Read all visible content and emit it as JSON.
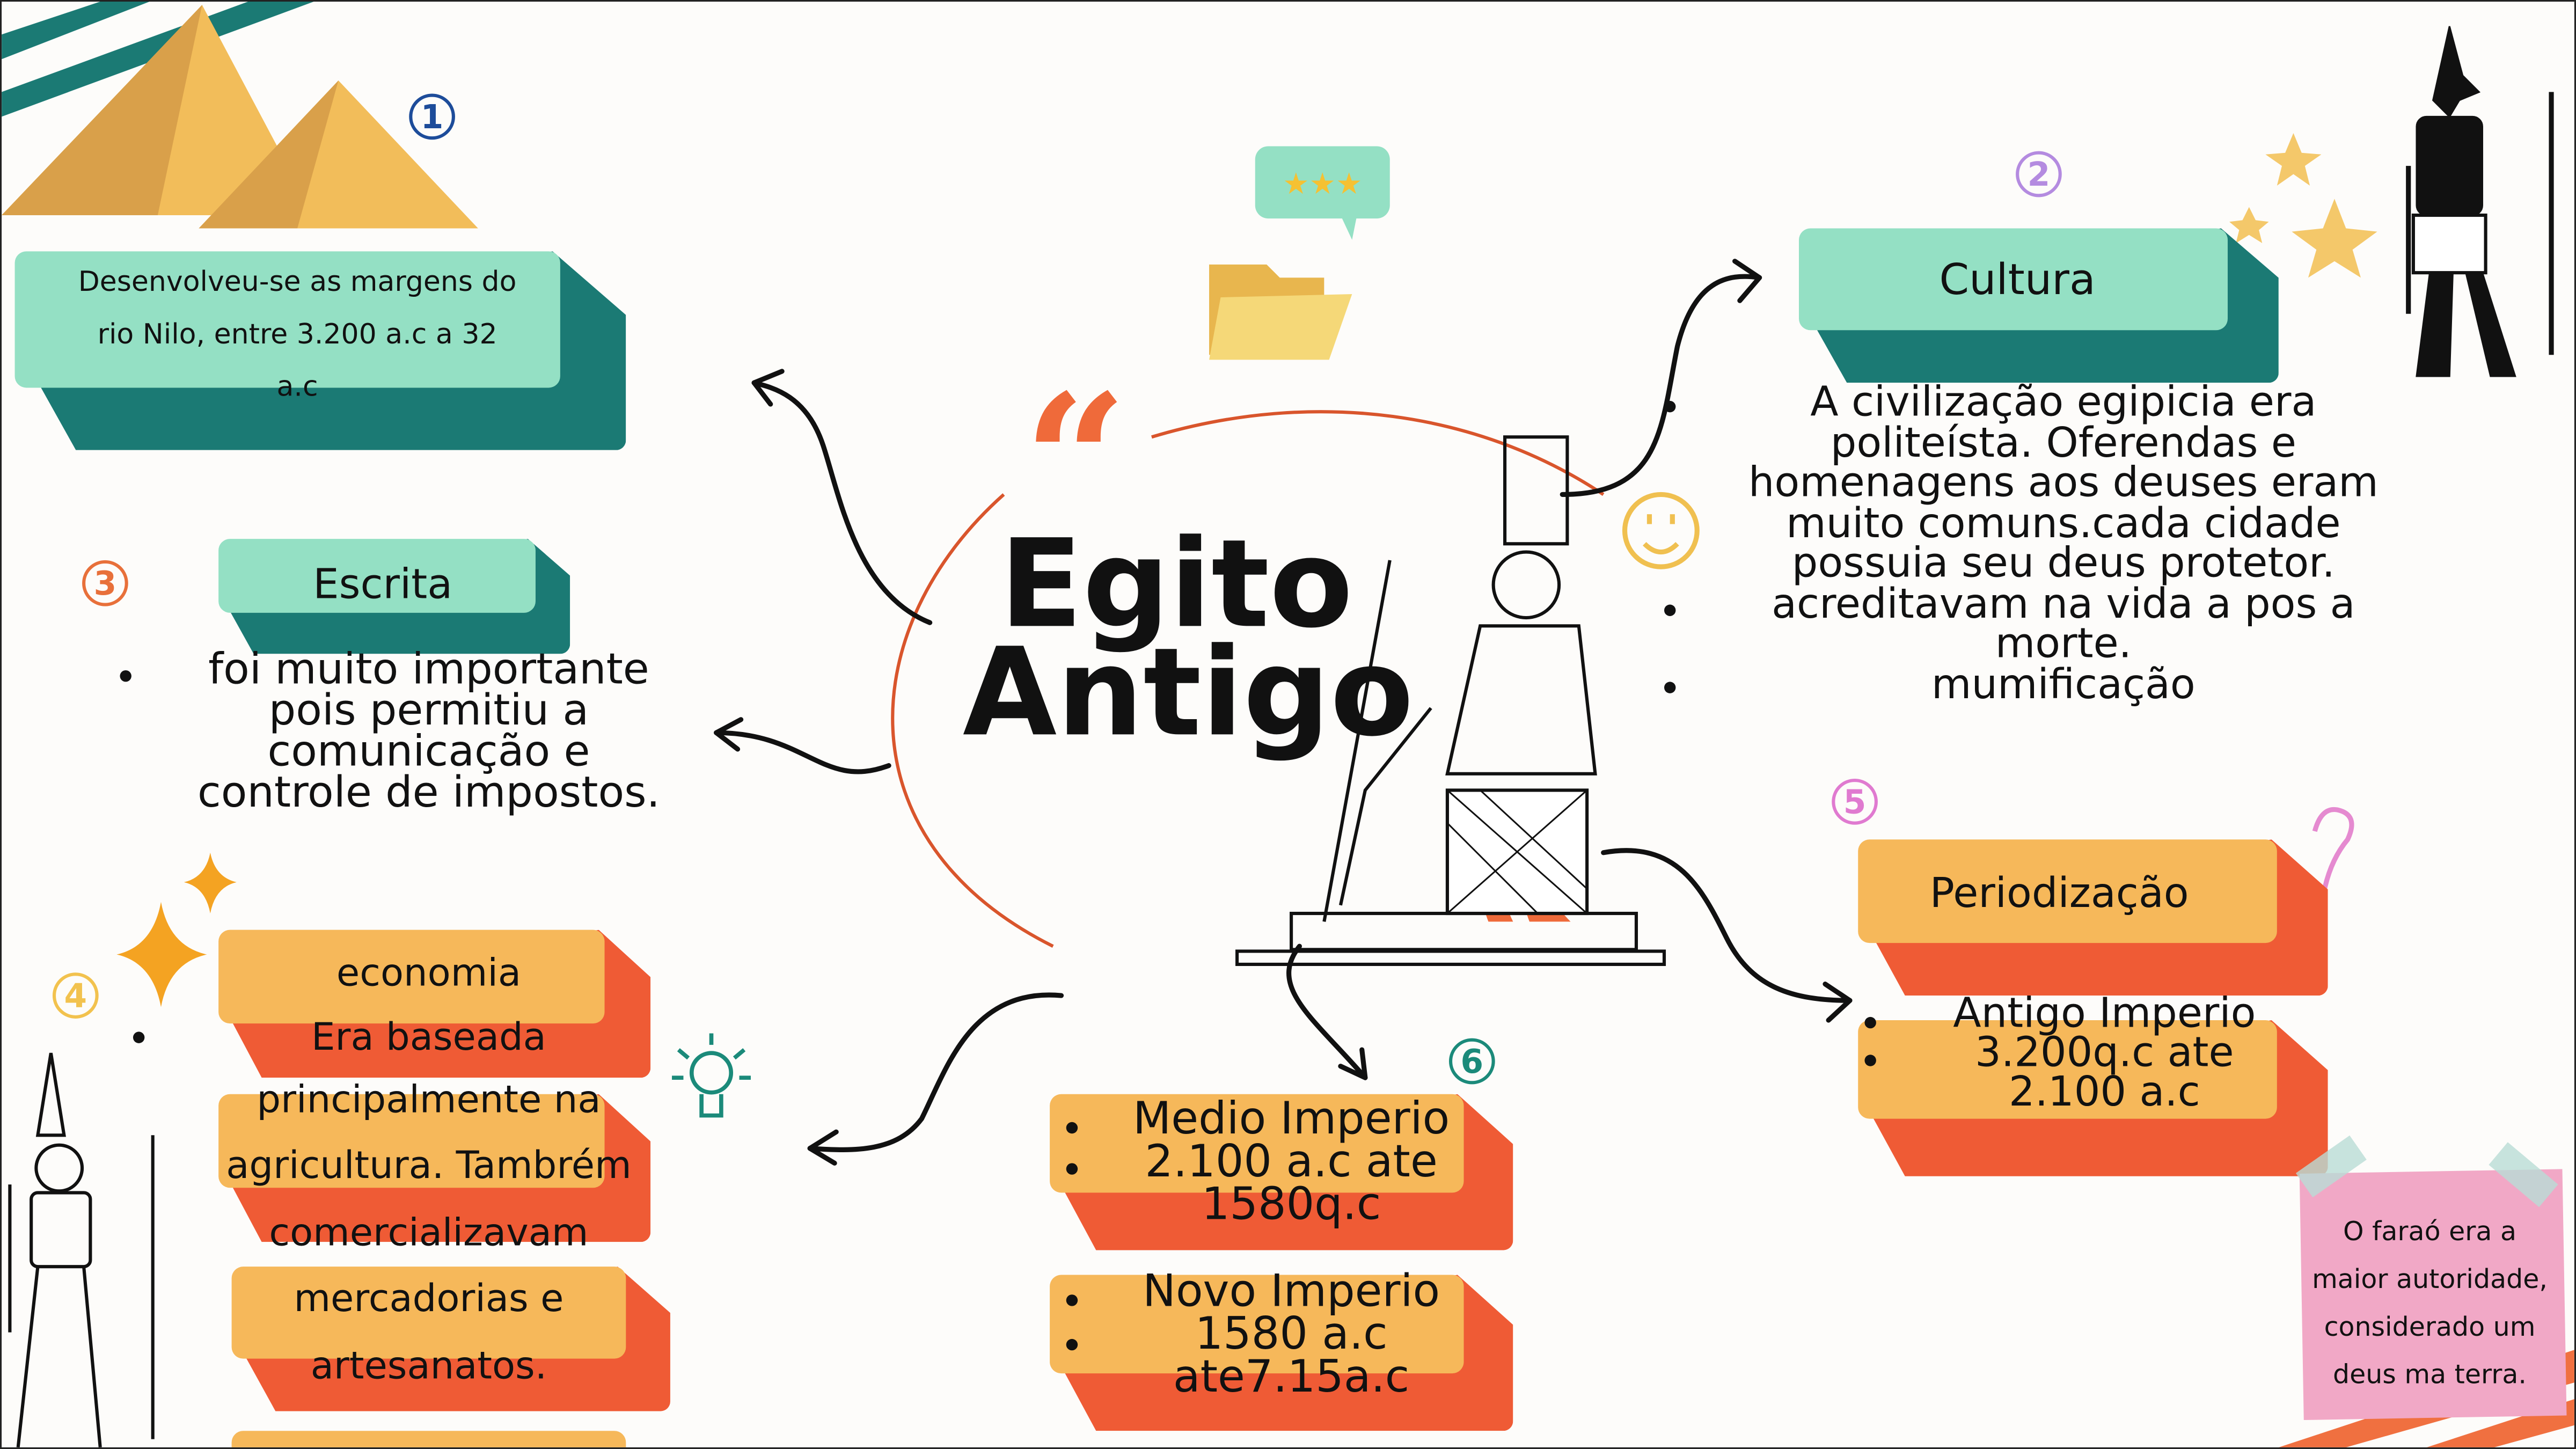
{
  "title": {
    "line1": "Egito",
    "line2": "Antigo"
  },
  "quote_mark": "“",
  "rating_stars": "★★★",
  "topic1": {
    "number": "1",
    "lines": [
      "Desenvolveu-se as margens do",
      "rio Nilo, entre 3.200 a.c  a 32",
      "a.c"
    ]
  },
  "topic2": {
    "number": "2",
    "heading": "Cultura",
    "lines": [
      "A civilização egipicia era",
      "politeísta. Oferendas e",
      "homenagens aos deuses eram",
      "muito comuns.cada cidade",
      "possuia seu deus protetor.",
      "acreditavam na vida a pos a",
      "morte.",
      "mumificação"
    ]
  },
  "topic3": {
    "number": "3",
    "heading": "Escrita",
    "lines": [
      "foi muito importante",
      "pois permitiu a",
      "comunicação e",
      "controle de impostos."
    ]
  },
  "topic4": {
    "number": "4",
    "lines": [
      "economia",
      "Era baseada",
      "principalmente na",
      "agricultura. Tambrém",
      "comercializavam",
      "mercadorias e",
      "artesanatos."
    ]
  },
  "topic5": {
    "number": "5",
    "heading": "Periodização",
    "lines": [
      "Antigo Imperio",
      "3.200q.c ate",
      "2.100 a.c"
    ]
  },
  "topic6": {
    "number": "6",
    "medio": [
      "Medio Imperio",
      "2.100 a.c ate",
      "1580q.c"
    ],
    "novo": [
      "Novo Imperio",
      "1580 a.c",
      "ate7.15a.c"
    ]
  },
  "note": {
    "lines": [
      "O faraó era a",
      "maior autoridade,",
      "considerado um",
      "deus ma terra."
    ]
  },
  "colors": {
    "teal_light": "#94e0c4",
    "teal_dark": "#1b7a74",
    "orange_light": "#f6b85a",
    "orange_dark": "#ef5b35",
    "pink": "#f1a8c6",
    "gold": "#e8b64e"
  },
  "icons": [
    "pyramid-icon",
    "folder-icon",
    "chat-bubble-icon",
    "star-icon",
    "smiley-icon",
    "lightbulb-icon",
    "question-mark-icon",
    "sparkle-icon",
    "anubis-figure",
    "pharaoh-figure",
    "seated-god-figure"
  ]
}
